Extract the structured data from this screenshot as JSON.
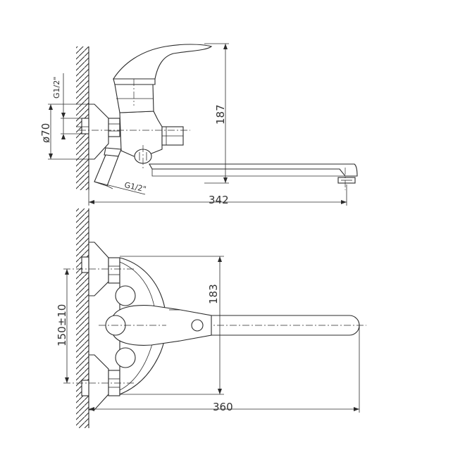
{
  "drawing": {
    "side_view": {
      "thread_vertical": "G1/2\"",
      "thread_diagonal": "G1/2\"",
      "diameter": "ø70",
      "height": "187",
      "length": "342"
    },
    "top_view": {
      "centers": "150±10",
      "height": "183",
      "length": "360"
    }
  }
}
